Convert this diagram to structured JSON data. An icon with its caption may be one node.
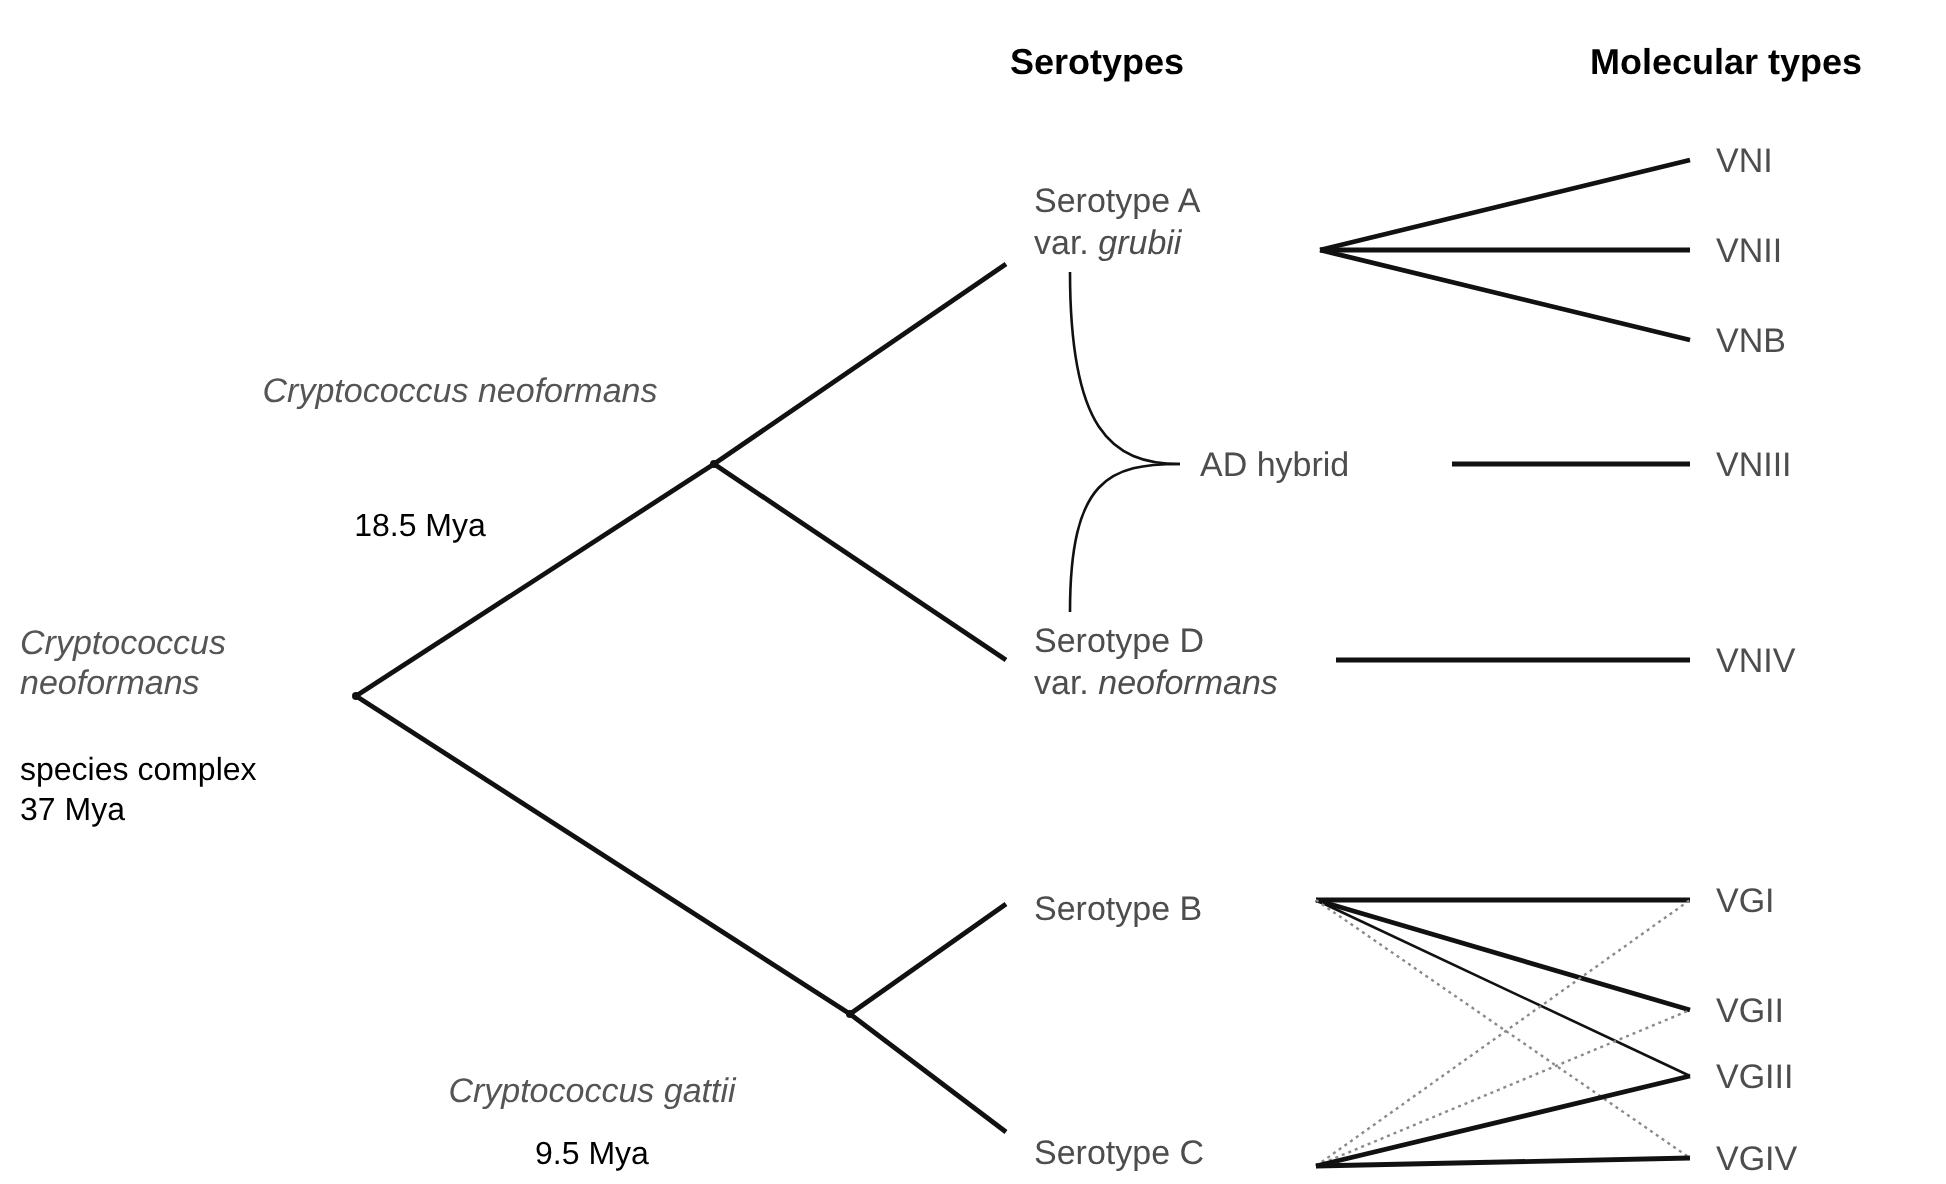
{
  "diagram": {
    "nodes": [
      {
        "text": [],
        "shape": "point",
        "beside": [
          "Cryptococcus neoformans",
          "species complex 37 Mya"
        ]
      },
      {
        "text": [],
        "shape": "point",
        "beside": [
          "Cryptococcus neoformans",
          "18.5 Mya"
        ]
      },
      {
        "text": [],
        "shape": "point",
        "beside": [
          "Cryptococcus gattii",
          "9.5 Mya"
        ]
      },
      {
        "text": [
          "Serotype A",
          "var. *grubii*"
        ]
      },
      {
        "text": [
          "AD hybrid"
        ]
      },
      {
        "text": [
          "Serotype D",
          "var. *neoformans*"
        ]
      },
      {
        "text": [
          "Serotype B"
        ]
      },
      {
        "text": [
          "Serotype C"
        ]
      },
      {
        "text": [
          "VNI"
        ]
      },
      {
        "text": [
          "VNII"
        ]
      },
      {
        "text": [
          "VNB"
        ]
      },
      {
        "text": [
          "VNIII"
        ]
      },
      {
        "text": [
          "VNIV"
        ]
      },
      {
        "text": [
          "VGI"
        ]
      },
      {
        "text": [
          "VGII"
        ]
      },
      {
        "text": [
          "VGIII"
        ]
      },
      {
        "text": [
          "VGIV"
        ]
      }
    ],
    "edges": [
      {
        "from": 0,
        "to": 1,
        "arrow": "none"
      },
      {
        "from": 0,
        "to": 2,
        "arrow": "none"
      },
      {
        "from": 1,
        "to": 3,
        "arrow": "none"
      },
      {
        "from": 1,
        "to": 5,
        "arrow": "none"
      },
      {
        "from": 2,
        "to": 6,
        "arrow": "none"
      },
      {
        "from": 2,
        "to": 7,
        "arrow": "none"
      },
      {
        "from": 3,
        "to": 4,
        "arrow": "none"
      },
      {
        "from": 5,
        "to": 4,
        "arrow": "none"
      },
      {
        "from": 3,
        "to": 8,
        "arrow": "none"
      },
      {
        "from": 3,
        "to": 9,
        "arrow": "none"
      },
      {
        "from": 3,
        "to": 10,
        "arrow": "none"
      },
      {
        "from": 4,
        "to": 11,
        "arrow": "none"
      },
      {
        "from": 5,
        "to": 12,
        "arrow": "none"
      },
      {
        "from": 6,
        "to": 13,
        "arrow": "none"
      },
      {
        "from": 6,
        "to": 14,
        "arrow": "none"
      },
      {
        "from": 6,
        "to": 15,
        "arrow": "none"
      },
      {
        "from": 6,
        "to": 16,
        "arrow": "none",
        "style": "dashed",
        "color": "#8a8a8a"
      },
      {
        "from": 7,
        "to": 13,
        "arrow": "none",
        "style": "dashed",
        "color": "#8a8a8a"
      },
      {
        "from": 7,
        "to": 14,
        "arrow": "none",
        "style": "dashed",
        "color": "#8a8a8a"
      },
      {
        "from": 7,
        "to": 15,
        "arrow": "none"
      },
      {
        "from": 7,
        "to": 16,
        "arrow": "none"
      }
    ],
    "labels": [
      "Serotypes",
      "Molecular types"
    ]
  }
}
